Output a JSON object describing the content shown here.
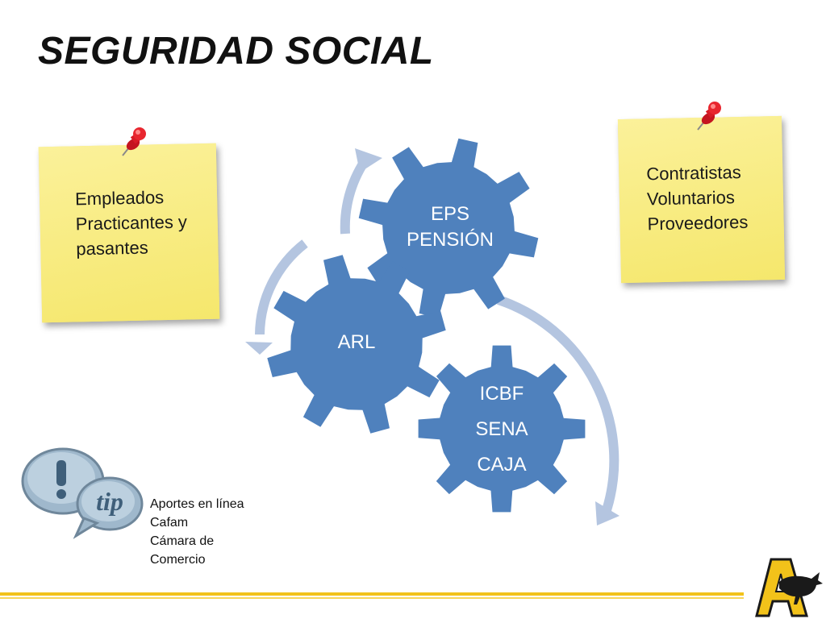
{
  "title": "SEGURIDAD SOCIAL",
  "note_left": [
    "Empleados",
    "Practicantes y",
    "pasantes"
  ],
  "note_right": [
    "Contratistas",
    "Voluntarios",
    "Proveedores"
  ],
  "gears": {
    "eps": [
      "EPS",
      "PENSIÓN"
    ],
    "arl": [
      "ARL"
    ],
    "icbf": [
      "ICBF",
      "SENA",
      "CAJA"
    ]
  },
  "tip_icon_text": "tip",
  "tips": [
    "Aportes en línea",
    "Cafam",
    "Cámara de",
    "Comercio"
  ],
  "colors": {
    "gear": "#4f81bd",
    "arrow": "#b4c5e0",
    "note": "#f8ec7d",
    "pin": "#e0202a",
    "footer": "#f2c21a"
  }
}
